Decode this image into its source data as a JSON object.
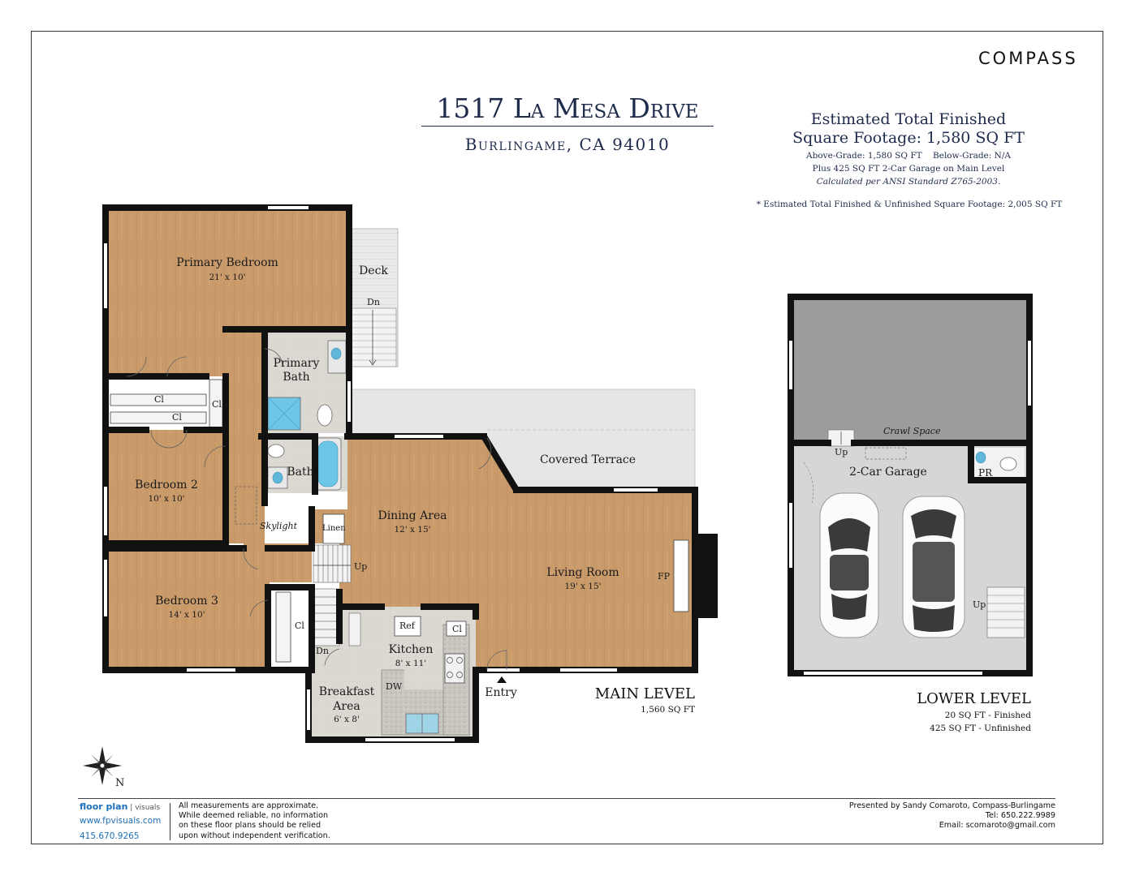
{
  "brand": "COMPASS",
  "header": {
    "address": "1517 La Mesa Drive",
    "city": "Burlingame, CA 94010"
  },
  "sqft": {
    "line1": "Estimated Total Finished",
    "line2": "Square Footage: 1,580 SQ FT",
    "above_below": "Above-Grade: 1,580 SQ FT    Below-Grade: N/A",
    "garage": "Plus 425 SQ FT 2-Car Garage on Main Level",
    "standard": "Calculated per ANSI Standard Z765-2003.",
    "total_note": "* Estimated Total Finished & Unfinished Square Footage: 2,005 SQ FT"
  },
  "main_level": {
    "label": "MAIN LEVEL",
    "sqft": "1,560 SQ FT",
    "rooms": [
      {
        "name": "Primary Bedroom",
        "dim": "21' x 10'"
      },
      {
        "name": "Deck",
        "dim": ""
      },
      {
        "name": "Primary Bath",
        "dim": ""
      },
      {
        "name": "Bath",
        "dim": ""
      },
      {
        "name": "Bedroom 2",
        "dim": "10' x 10'"
      },
      {
        "name": "Bedroom 3",
        "dim": "14' x 10'"
      },
      {
        "name": "Dining Area",
        "dim": "12' x 15'"
      },
      {
        "name": "Living Room",
        "dim": "19' x 15'"
      },
      {
        "name": "Covered Terrace",
        "dim": ""
      },
      {
        "name": "Kitchen",
        "dim": "8' x 11'"
      },
      {
        "name": "Breakfast Area",
        "dim": "6' x 8'"
      }
    ],
    "labels": {
      "cl": "Cl",
      "skylight": "Skylight",
      "linen": "Linen",
      "up": "Up",
      "dn": "Dn",
      "ref": "Ref",
      "dw": "DW",
      "fp": "FP",
      "entry": "Entry"
    }
  },
  "lower_level": {
    "label": "LOWER LEVEL",
    "finished": "20 SQ FT - Finished",
    "unfinished": "425 SQ FT - Unfinished",
    "rooms": {
      "crawl": "Crawl Space",
      "garage": "2-Car Garage",
      "pr": "PR",
      "up": "Up"
    }
  },
  "compass_rose": {
    "north": "N"
  },
  "footer": {
    "fpv_name": "floor plan",
    "fpv_visuals": "visuals",
    "fpv_web": "www.fpvisuals.com",
    "fpv_phone": "415.670.9265",
    "disclaimer": [
      "All measurements are approximate.",
      "While deemed reliable, no information",
      "on these floor plans should be relied",
      "upon without independent verification."
    ],
    "presenter": "Presented by Sandy Comaroto, Compass-Burlingame",
    "tel": "Tel: 650.222.9989",
    "email": "Email: scomaroto@gmail.com"
  },
  "colors": {
    "wood": "#c99a6a",
    "wall": "#111111",
    "tile": "#d9d5cf",
    "terrace": "#e6e6e6",
    "garage_floor": "#d6d6d4",
    "crawl": "#9c9d9a",
    "navy": "#1e2b4b",
    "link_blue": "#1d6fb8"
  }
}
